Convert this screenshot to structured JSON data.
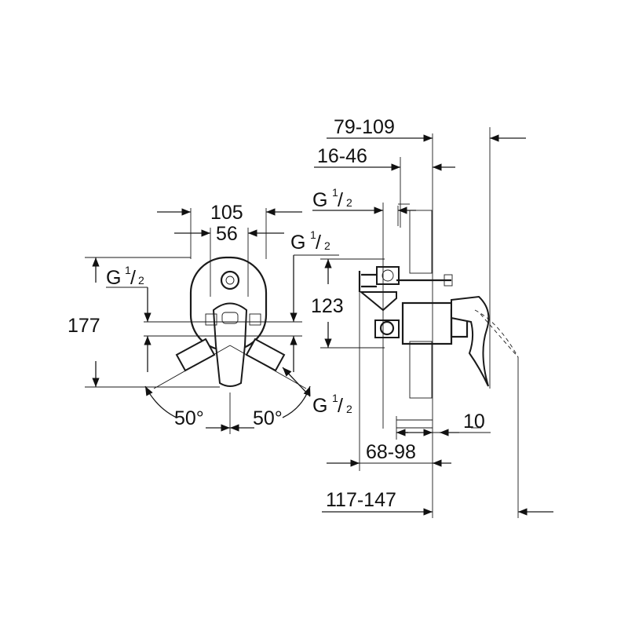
{
  "front_view": {
    "width_outer": "105",
    "width_inner": "56",
    "height": "177",
    "thread_upper_left": {
      "g": "G",
      "num": "1",
      "den": "2"
    },
    "thread_upper_right": {
      "g": "G",
      "num": "1",
      "den": "2"
    },
    "thread_lower_right": {
      "g": "G",
      "num": "1",
      "den": "2"
    },
    "angle_left": "50°",
    "angle_right": "50°"
  },
  "side_view": {
    "depth_top": "79-109",
    "depth_inner": "16-46",
    "thread_top": {
      "g": "G",
      "num": "1",
      "den": "2"
    },
    "height_center": "123",
    "cover": "10",
    "depth_bottom": "68-98",
    "depth_total": "117-147"
  }
}
